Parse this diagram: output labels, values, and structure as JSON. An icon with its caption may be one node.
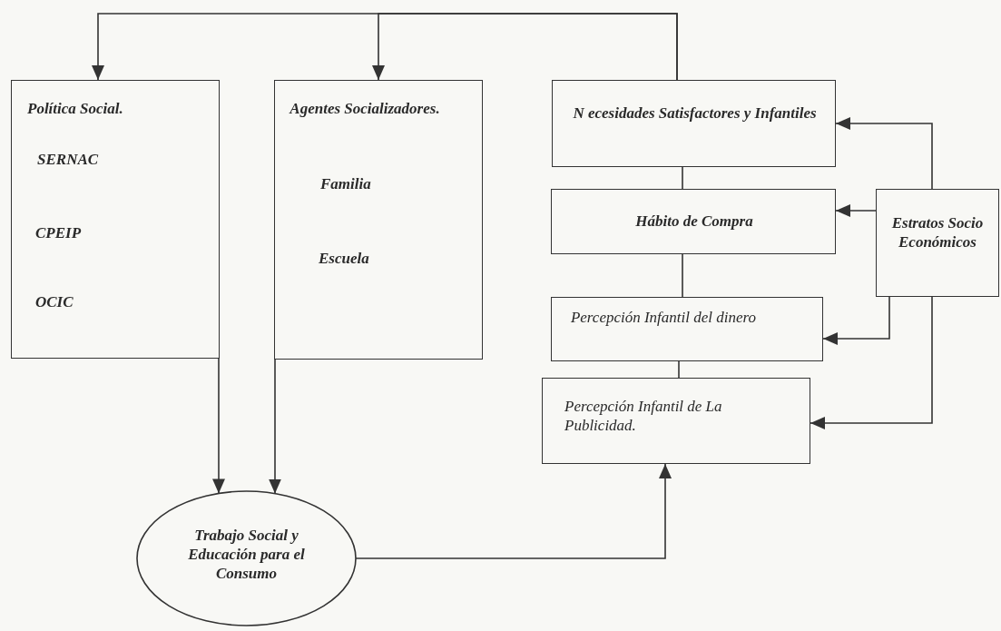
{
  "diagram": {
    "nodes": [
      {
        "text": [
          "Política Social.",
          "SERNAC",
          "CPEIP",
          "OCIC"
        ]
      },
      {
        "text": [
          "Agentes Socializadores.",
          "Familia",
          "Escuela"
        ]
      },
      {
        "text": [
          "N ecesidades Satisfactores y Infantiles"
        ]
      },
      {
        "text": [
          "Hábito de Compra"
        ]
      },
      {
        "text": [
          "Percepción Infantil del dinero"
        ]
      },
      {
        "text": [
          "Percepción Infantil de La Publicidad."
        ]
      },
      {
        "text": [
          "Estratos Socio Económicos"
        ]
      },
      {
        "text": [
          "Trabajo Social y Educación para el Consumo"
        ]
      }
    ],
    "edges": [
      {
        "from": 2,
        "to": 0,
        "arrow": "to"
      },
      {
        "from": 2,
        "to": 1,
        "arrow": "to"
      },
      {
        "from": 2,
        "to": 3,
        "arrow": "none"
      },
      {
        "from": 3,
        "to": 4,
        "arrow": "none"
      },
      {
        "from": 4,
        "to": 5,
        "arrow": "none"
      },
      {
        "from": 6,
        "to": 2,
        "arrow": "to"
      },
      {
        "from": 6,
        "to": 3,
        "arrow": "to"
      },
      {
        "from": 6,
        "to": 4,
        "arrow": "to"
      },
      {
        "from": 6,
        "to": 5,
        "arrow": "to"
      },
      {
        "from": 0,
        "to": 7,
        "arrow": "to"
      },
      {
        "from": 1,
        "to": 7,
        "arrow": "to"
      },
      {
        "from": 7,
        "to": 5,
        "arrow": "to"
      }
    ]
  }
}
